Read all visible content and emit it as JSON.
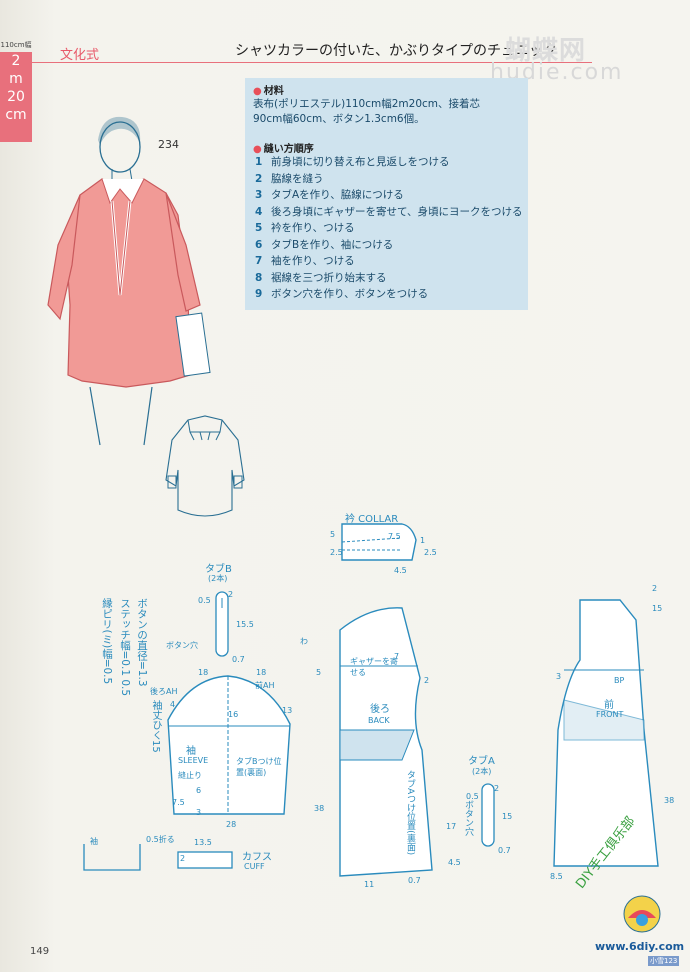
{
  "header": {
    "size_note": "110cm幅",
    "yardage": [
      "2",
      "m",
      "20",
      "cm"
    ],
    "brand": "文化式",
    "title": "シャツカラーの付いた、かぶりタイプのチュニック",
    "watermark_cn": "蝴蝶网",
    "watermark_url": "hudie.com"
  },
  "model_number": "234",
  "materials": {
    "heading": "材料",
    "text_line1": "表布(ポリエステル)110cm幅2m20cm、接着芯",
    "text_line2": "90cm幅60cm、ボタン1.3cm6個。"
  },
  "sewing": {
    "heading": "縫い方順序",
    "steps": [
      {
        "n": "1",
        "t": "前身頃に切り替え布と見返しをつける"
      },
      {
        "n": "2",
        "t": "脇線を縫う"
      },
      {
        "n": "3",
        "t": "タブAを作り、脇線につける"
      },
      {
        "n": "4",
        "t": "後ろ身頃にギャザーを寄せて、身頃にヨークをつける"
      },
      {
        "n": "5",
        "t": "衿を作り、つける"
      },
      {
        "n": "6",
        "t": "タブBを作り、袖につける"
      },
      {
        "n": "7",
        "t": "袖を作り、つける"
      },
      {
        "n": "8",
        "t": "裾線を三つ折り始末する"
      },
      {
        "n": "9",
        "t": "ボタン穴を作り、ボタンをつける"
      }
    ]
  },
  "notes": {
    "button_diameter": "ボタンの直径=1.3",
    "stitch_width": "ステッチ幅=0.1 0.5",
    "edge_piping": "縁ピリ(ミ)幅=0.5"
  },
  "patterns": {
    "collar": {
      "label": "衿 COLLAR",
      "dims": [
        "5",
        "2.5",
        "7.5",
        "1",
        "2.5",
        "4.5"
      ]
    },
    "tab_b": {
      "label": "タブB",
      "count": "(2本)",
      "dims": [
        "0.5",
        "2",
        "15.5",
        "0.7"
      ],
      "buttonhole": "ボタン穴"
    },
    "sleeve": {
      "label": "袖",
      "label_en": "SLEEVE",
      "note": "縫止り",
      "back_ah": "後ろAH",
      "front_ah": "前AH",
      "dims": [
        "18",
        "18",
        "16",
        "4",
        "13",
        "7.5",
        "6",
        "3",
        "28"
      ],
      "sleeve_len": "袖丈ひく15",
      "tab_pos": "タブBつけ位置(裏面)"
    },
    "cuff": {
      "label": "カフス",
      "label_en": "CUFF",
      "dims": [
        "13.5",
        "2",
        "0.5折る"
      ],
      "sleeve": "袖"
    },
    "back": {
      "label": "後ろ",
      "label_en": "BACK",
      "gather": "ギャザーを寄せる",
      "dims": [
        "5",
        "7",
        "2",
        "38",
        "11"
      ],
      "fold": "わ"
    },
    "tab_a": {
      "label": "タブA",
      "count": "(2本)",
      "dims": [
        "2",
        "15",
        "0.7",
        "0.5"
      ],
      "buttonhole": "ボタン穴",
      "pos": "タブAつけ位置(裏面)",
      "extra": [
        "17",
        "4.5",
        "0.7"
      ]
    },
    "front": {
      "label": "前",
      "label_en": "FRONT",
      "bp": "BP",
      "dims": [
        "3",
        "2",
        "15",
        "38",
        "8.5"
      ]
    }
  },
  "footer": {
    "page_number": "149",
    "club": "DIY手工俱乐部",
    "site": "www.6diy.com",
    "site_tag": "小雪123"
  },
  "colors": {
    "accent_red": "#e8707c",
    "pattern_blue": "#2a8bbd",
    "info_bg": "#cfe3ee",
    "garment_pink": "#f19a96"
  }
}
